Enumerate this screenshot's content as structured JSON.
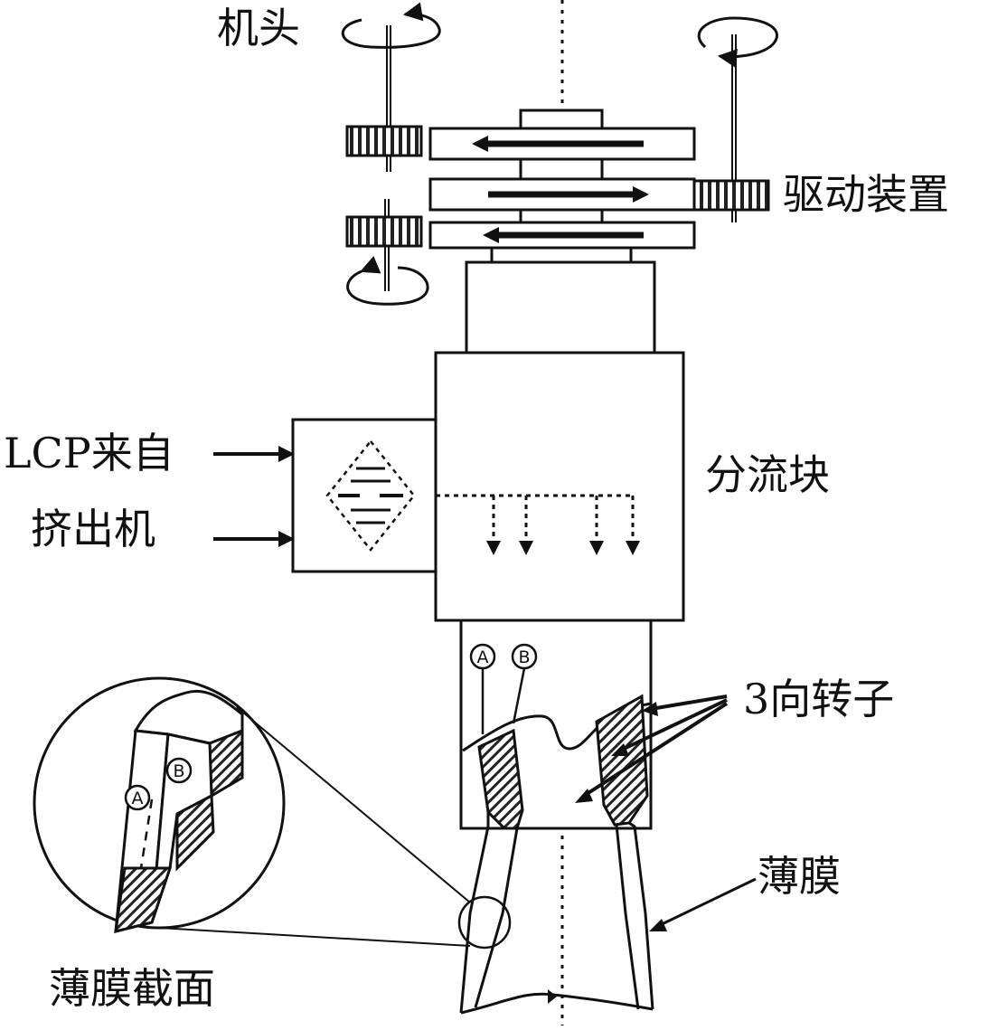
{
  "labels": {
    "machine_head": "机头",
    "drive": "驱动装置",
    "lcp_line1": "LCP来自",
    "lcp_line2": "挤出机",
    "splitter": "分流块",
    "rotor": "3向转子",
    "film": "薄膜",
    "film_section": "薄膜截面"
  },
  "markers": {
    "a": "A",
    "b": "B"
  },
  "colors": {
    "line": "#111111",
    "background": "#ffffff"
  }
}
